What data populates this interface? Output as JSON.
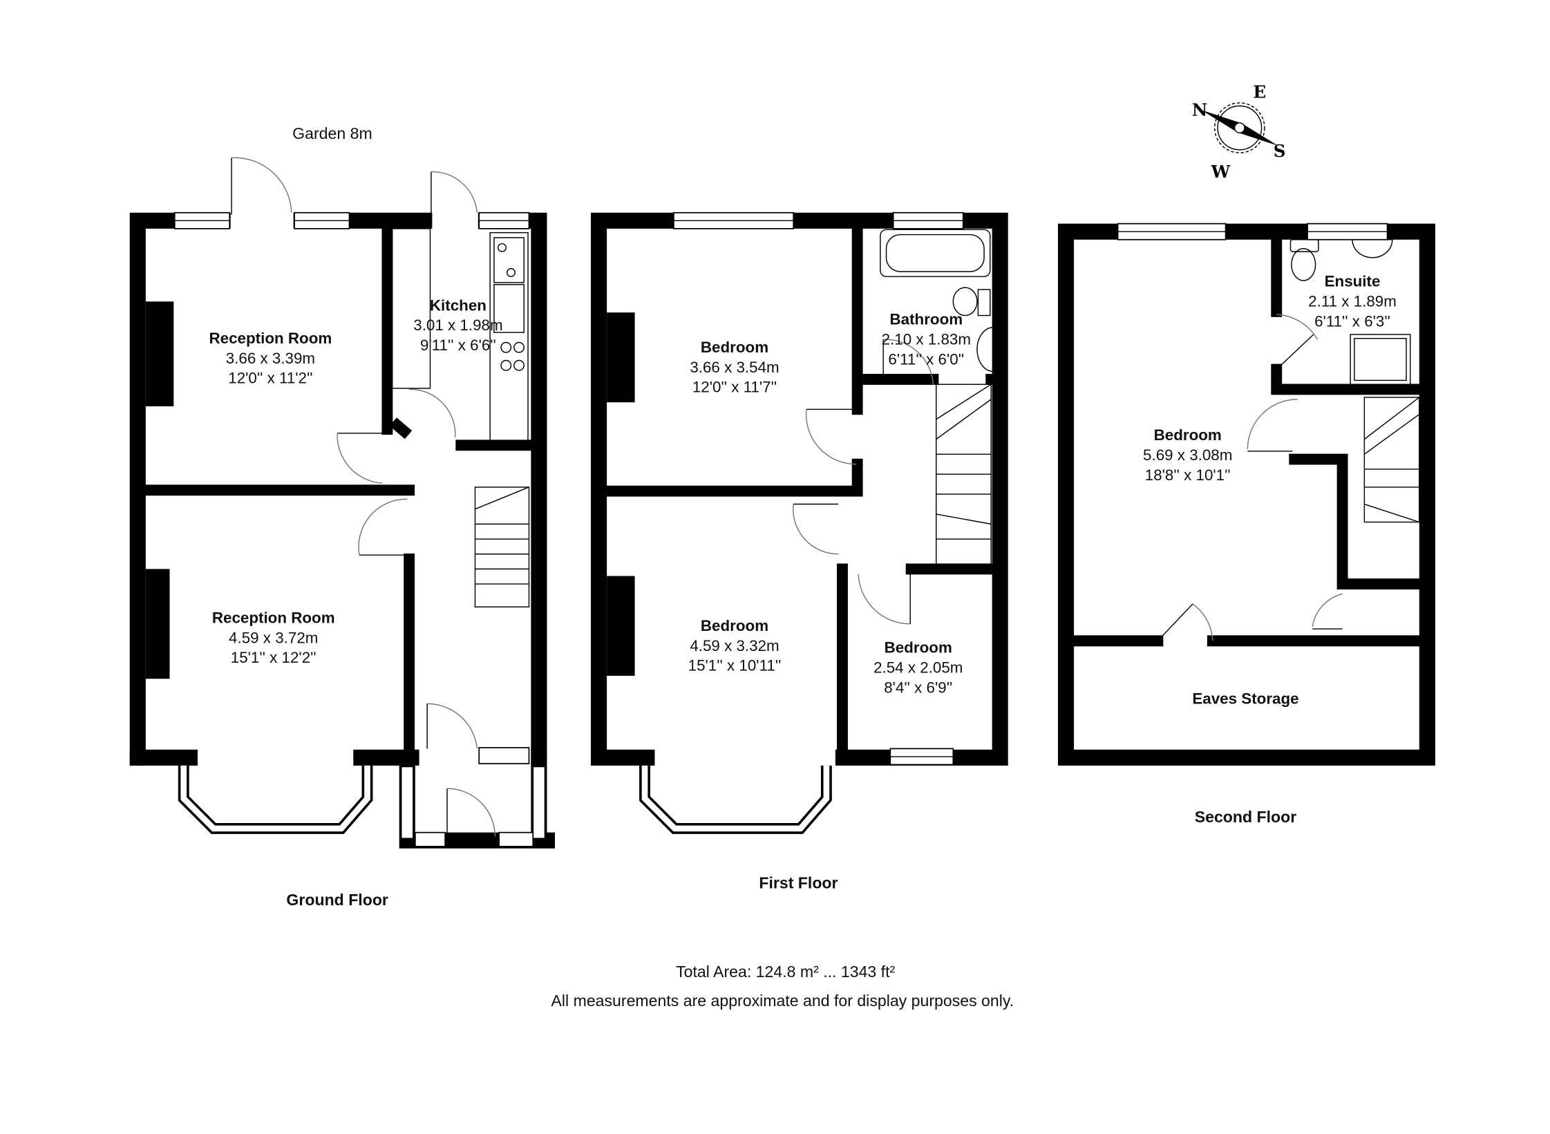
{
  "garden_label": "Garden 8m",
  "compass": {
    "n": "N",
    "e": "E",
    "s": "S",
    "w": "W"
  },
  "floors": {
    "ground": {
      "label": "Ground Floor",
      "rooms": [
        {
          "name": "Reception Room",
          "metric": "3.66 x 3.39m",
          "imperial": "12'0'' x 11'2''"
        },
        {
          "name": "Kitchen",
          "metric": "3.01 x 1.98m",
          "imperial": "9'11'' x 6'6''"
        },
        {
          "name": "Reception Room",
          "metric": "4.59 x 3.72m",
          "imperial": "15'1'' x 12'2''"
        }
      ]
    },
    "first": {
      "label": "First Floor",
      "rooms": [
        {
          "name": "Bedroom",
          "metric": "3.66 x 3.54m",
          "imperial": "12'0'' x 11'7''"
        },
        {
          "name": "Bathroom",
          "metric": "2.10 x 1.83m",
          "imperial": "6'11'' x 6'0''"
        },
        {
          "name": "Bedroom",
          "metric": "4.59 x 3.32m",
          "imperial": "15'1'' x 10'11''"
        },
        {
          "name": "Bedroom",
          "metric": "2.54 x 2.05m",
          "imperial": "8'4'' x 6'9''"
        }
      ]
    },
    "second": {
      "label": "Second Floor",
      "rooms": [
        {
          "name": "Ensuite",
          "metric": "2.11 x 1.89m",
          "imperial": "6'11'' x 6'3''"
        },
        {
          "name": "Bedroom",
          "metric": "5.69 x 3.08m",
          "imperial": "18'8'' x 10'1''"
        },
        {
          "name": "Eaves Storage"
        }
      ]
    }
  },
  "total_area": "Total Area: 124.8 m² ... 1343 ft²",
  "disclaimer": "All measurements are approximate and for display purposes only."
}
